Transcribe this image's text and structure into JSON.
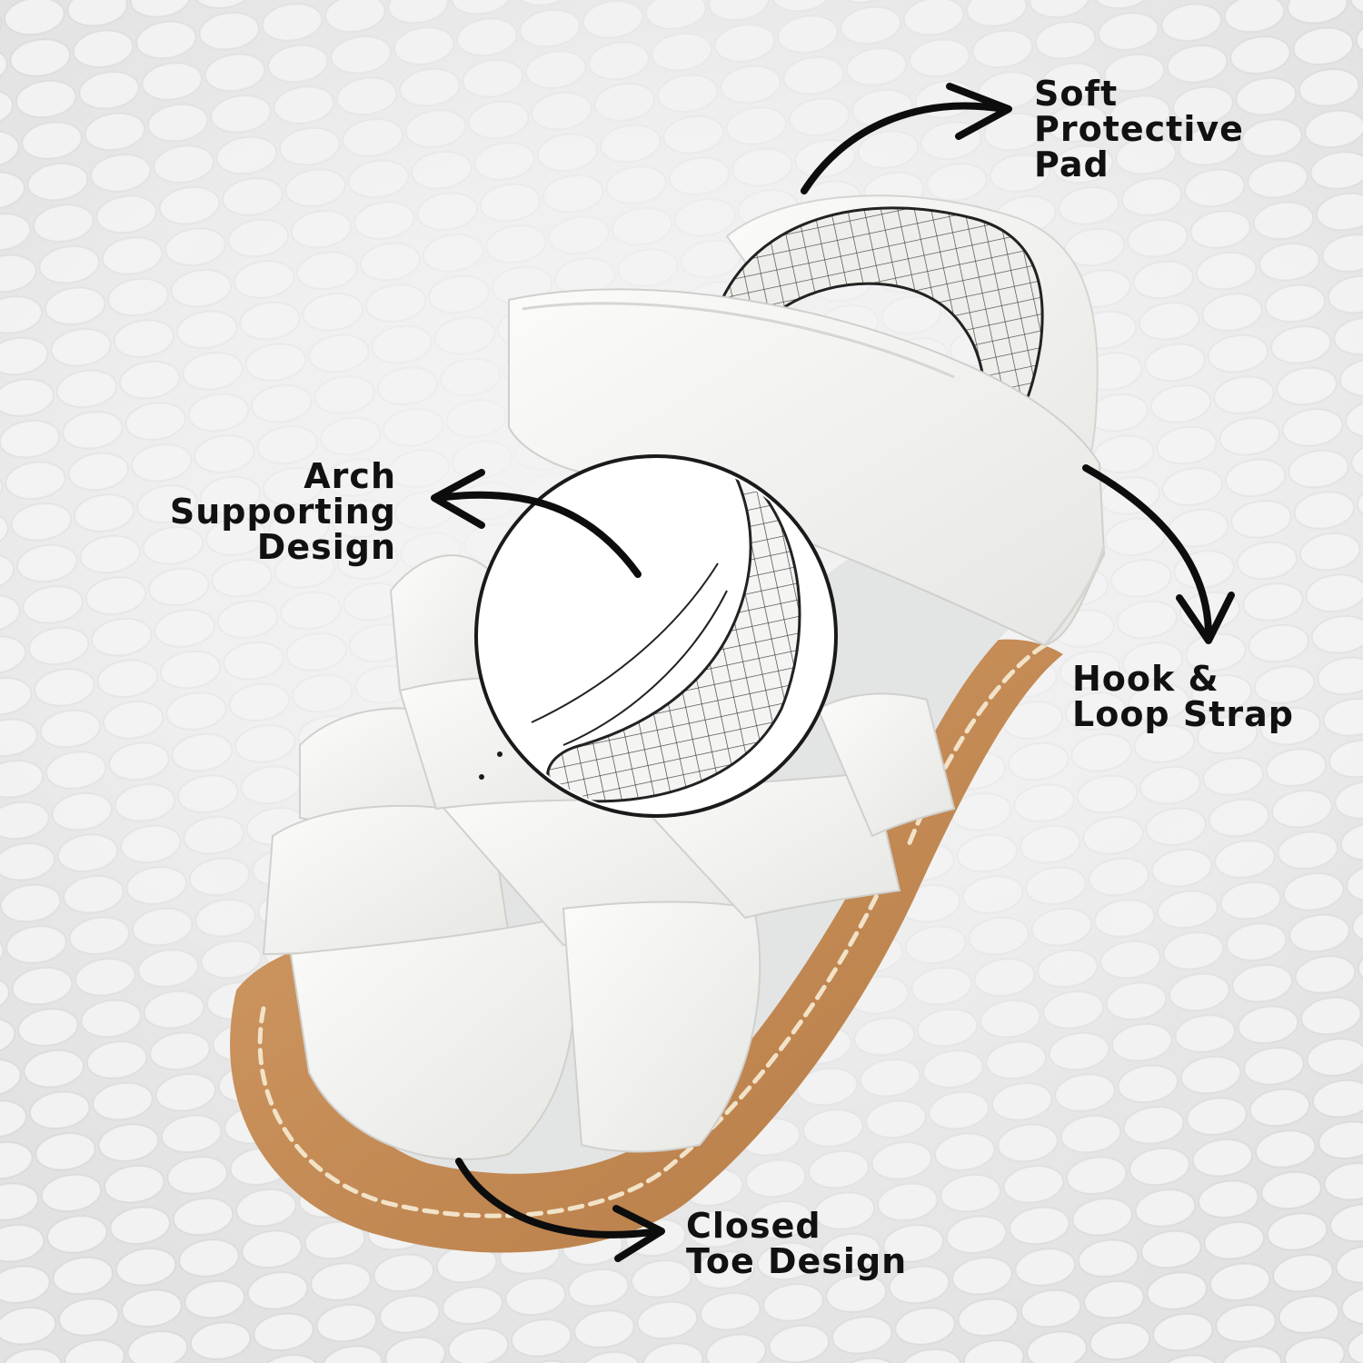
{
  "callouts": {
    "soft_pad": {
      "line1": "Soft",
      "line2": "Protective",
      "line3": "Pad"
    },
    "arch": {
      "line1": "Arch",
      "line2": "Supporting",
      "line3": "Design"
    },
    "strap": {
      "line1": "Hook &",
      "line2": "Loop Strap"
    },
    "toe": {
      "line1": "Closed",
      "line2": "Toe Design"
    }
  },
  "colors": {
    "background": "#ececec",
    "leather": "#f3f3f1",
    "sole": "#c28a55",
    "stitching": "#f2e3c8",
    "ink": "#111111"
  }
}
